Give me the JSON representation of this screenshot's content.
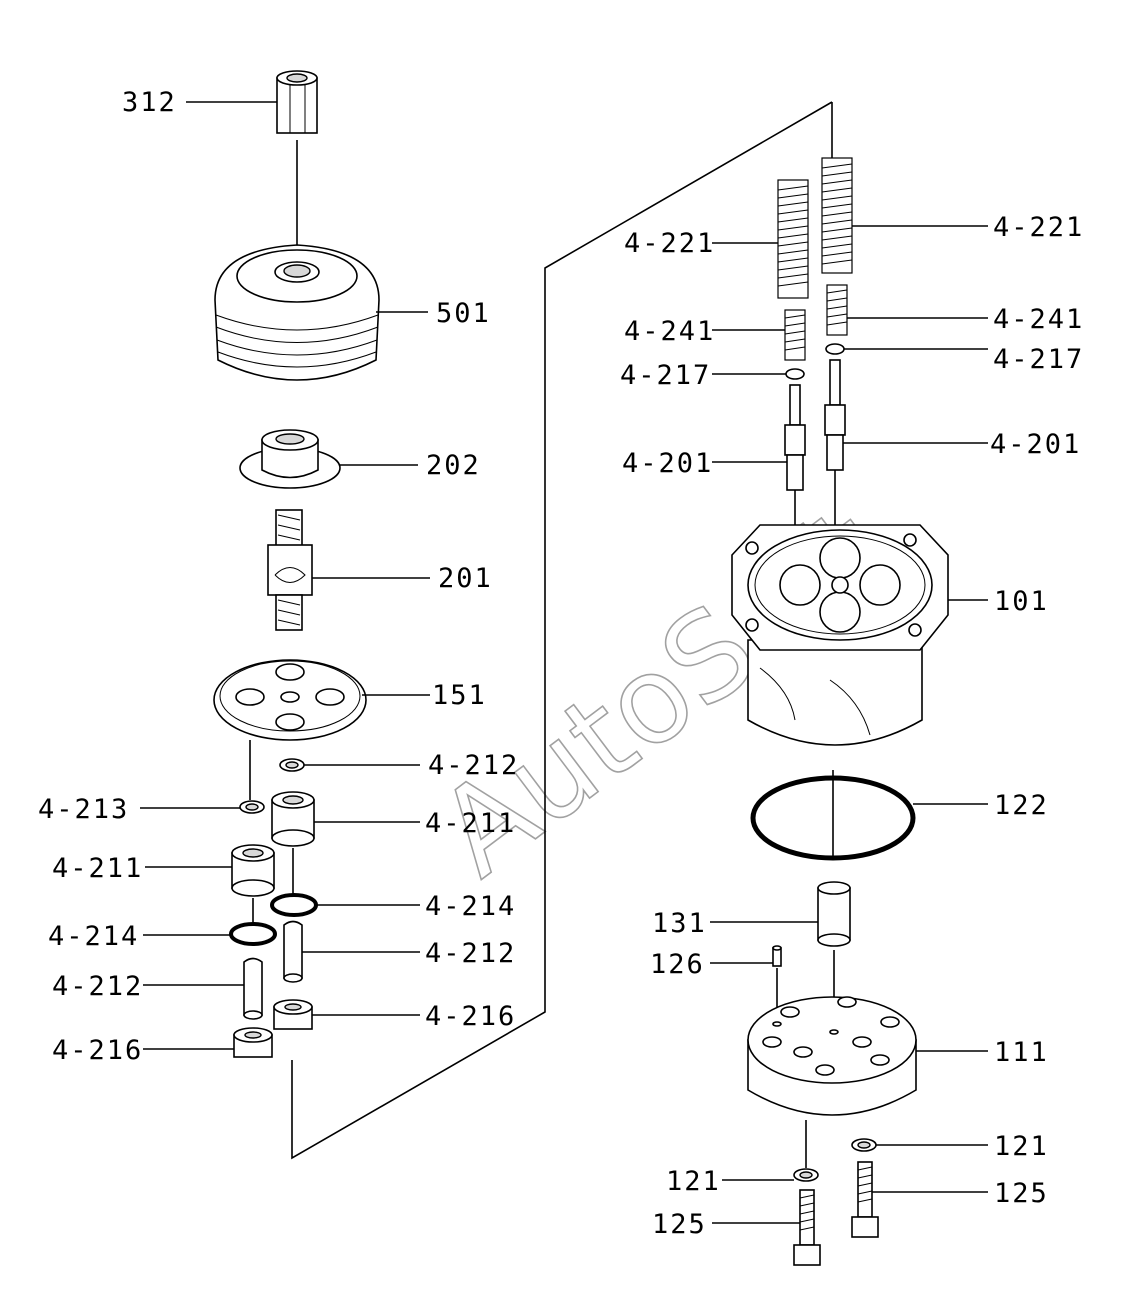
{
  "labels": {
    "p312": "312",
    "p501": "501",
    "p202": "202",
    "p201": "201",
    "p151": "151",
    "p4_212_a": "4-212",
    "p4_213": "4-213",
    "p4_211_a": "4-211",
    "p4_211_b": "4-211",
    "p4_214_a": "4-214",
    "p4_214_b": "4-214",
    "p4_212_b": "4-212",
    "p4_212_c": "4-212",
    "p4_216_a": "4-216",
    "p4_216_b": "4-216",
    "p4_221_l": "4-221",
    "p4_221_r": "4-221",
    "p4_241_l": "4-241",
    "p4_241_r": "4-241",
    "p4_217_l": "4-217",
    "p4_217_r": "4-217",
    "p4_201_l": "4-201",
    "p4_201_r": "4-201",
    "p101": "101",
    "p122": "122",
    "p131": "131",
    "p126": "126",
    "p111": "111",
    "p121_r": "121",
    "p121_l": "121",
    "p125_r": "125",
    "p125_l": "125"
  },
  "watermark": "AutoSoft"
}
